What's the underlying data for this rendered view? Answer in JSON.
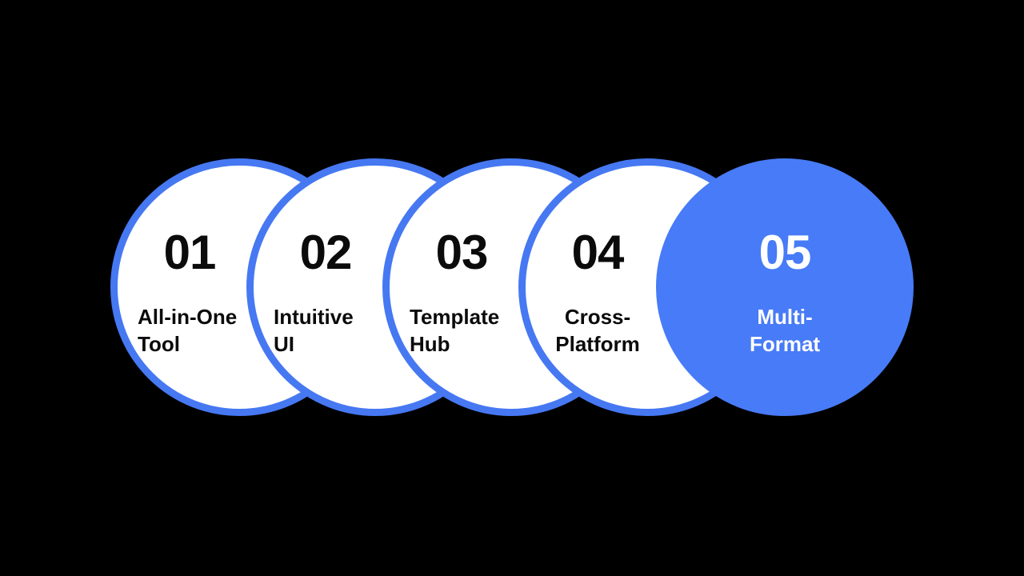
{
  "slide": {
    "background_color": "#000000",
    "accent_blue": "#477BF7",
    "circle_border_blue": "#4678F2",
    "number_text_color": "#0b0b0b",
    "highlight_text_color": "#ffffff",
    "steps": [
      {
        "number": "01",
        "label": "All-in-One\nTool"
      },
      {
        "number": "02",
        "label": "Intuitive\nUI"
      },
      {
        "number": "03",
        "label": "Template\nHub"
      },
      {
        "number": "04",
        "label": "Cross-\nPlatform"
      },
      {
        "number": "05",
        "label": "Multi-\nFormat"
      }
    ]
  }
}
